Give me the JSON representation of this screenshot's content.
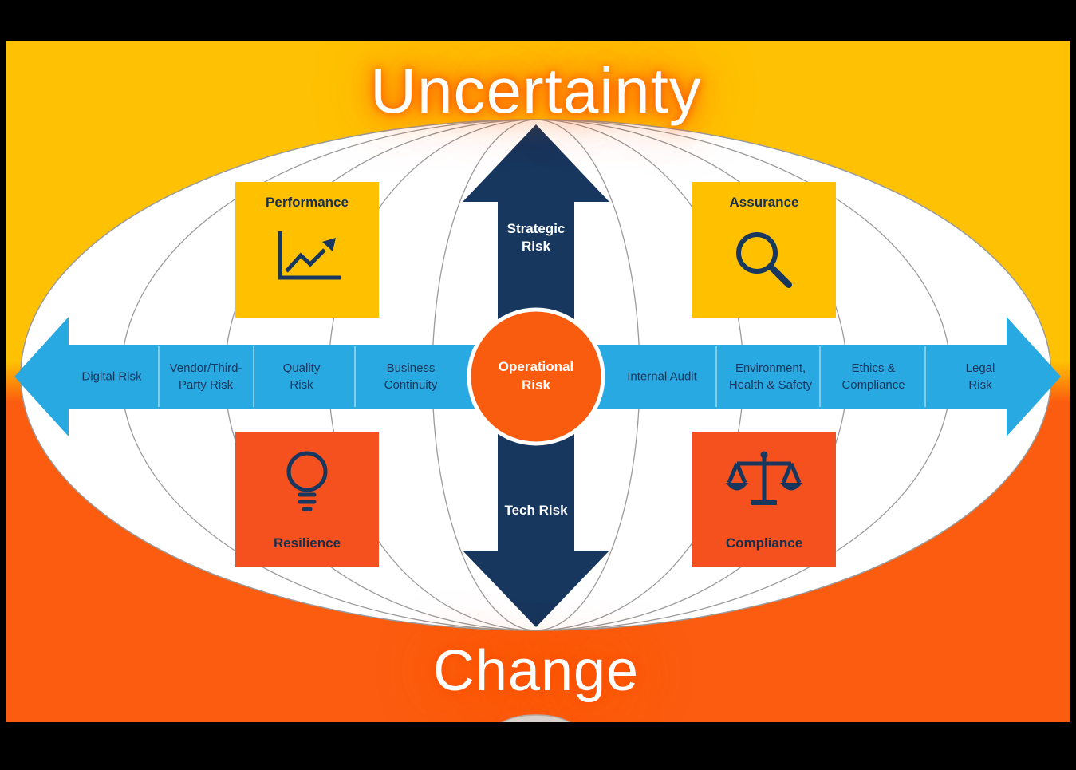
{
  "titles": {
    "top": "Uncertainty",
    "bottom": "Change"
  },
  "vertical_axis": {
    "top_label": "Strategic Risk",
    "bottom_label": "Tech Risk"
  },
  "center": {
    "label": "Operational Risk"
  },
  "horizontal_axis": {
    "labels": [
      "Digital Risk",
      "Vendor/Third-Party Risk",
      "Quality Risk",
      "Business Continuity",
      "Internal Audit",
      "Environment, Health & Safety",
      "Ethics & Compliance",
      "Legal Risk"
    ]
  },
  "quadrants": [
    {
      "label": "Performance",
      "icon": "line-chart-icon"
    },
    {
      "label": "Assurance",
      "icon": "magnifier-icon"
    },
    {
      "label": "Resilience",
      "icon": "lightbulb-icon"
    },
    {
      "label": "Compliance",
      "icon": "scales-icon"
    }
  ],
  "colors": {
    "top_background": "#FFC103",
    "bottom_background": "#FB5C0F",
    "gold_box": "#FFC000",
    "orange_box": "#F4511E",
    "center_circle": "#F95B0F",
    "horizontal_arrow": "#29A9E1",
    "vertical_arrow": "#17375E",
    "label_navy": "#17375E",
    "ellipse_stroke": "#9B9B9B"
  }
}
